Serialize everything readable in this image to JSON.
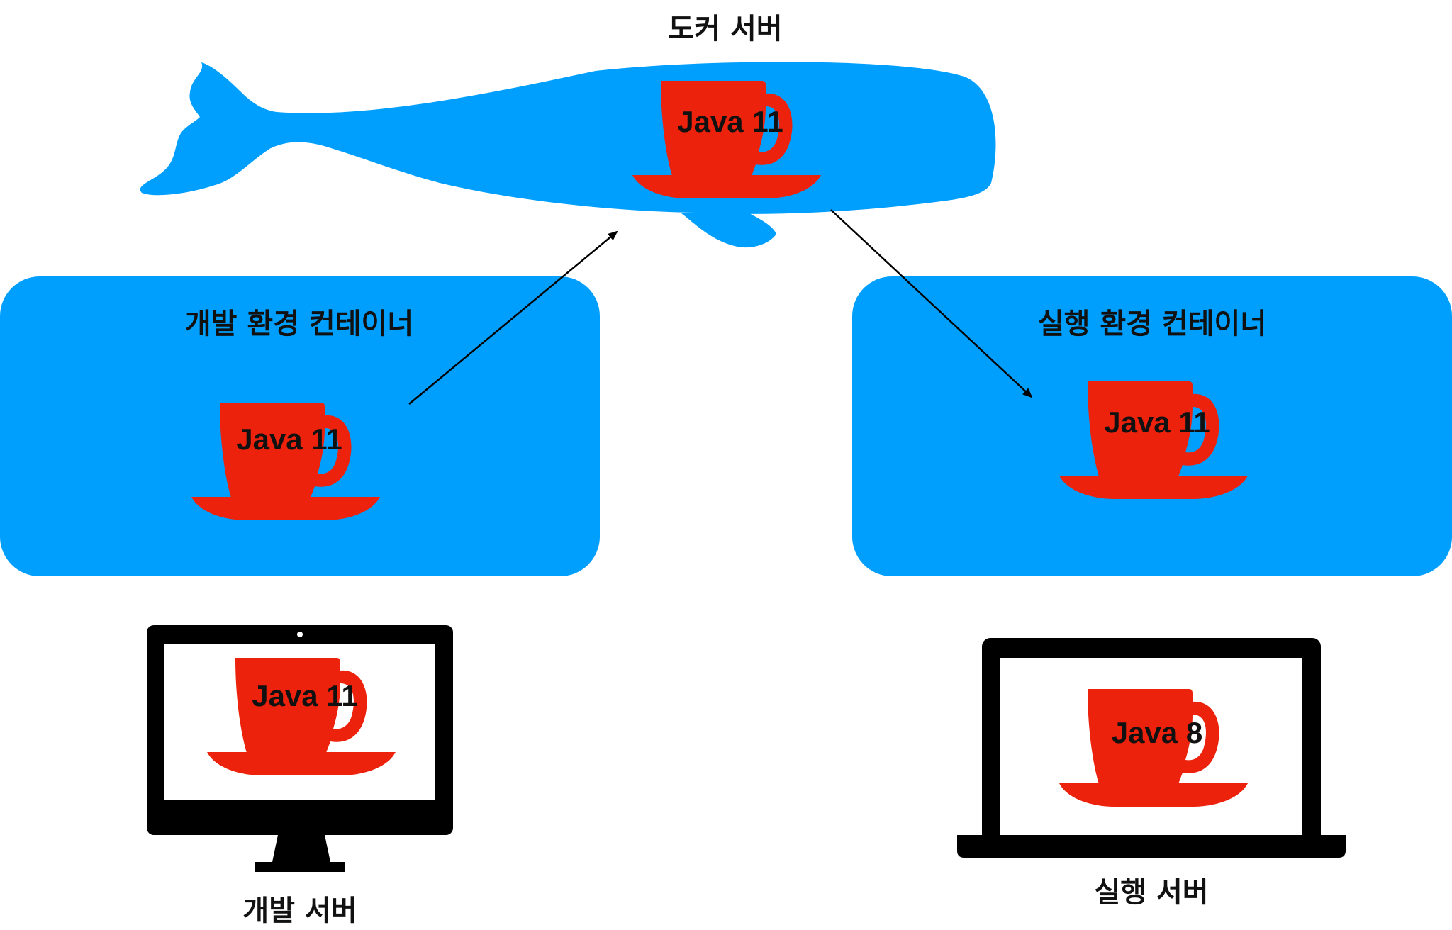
{
  "colors": {
    "docker_blue": "#009ffe",
    "cup_red": "#ec220c",
    "device_black": "#000000",
    "arrow": "#000000"
  },
  "docker_server": {
    "title": "도커 서버",
    "icon": "whale-icon",
    "cup_label": "Java 11"
  },
  "dev_container": {
    "title": "개발 환경 컨테이너",
    "cup_label": "Java 11"
  },
  "run_container": {
    "title": "실행 환경 컨테이너",
    "cup_label": "Java 11"
  },
  "dev_server": {
    "title": "개발 서버",
    "icon": "desktop-monitor-icon",
    "cup_label": "Java 11"
  },
  "run_server": {
    "title": "실행 서버",
    "icon": "laptop-icon",
    "cup_label": "Java 8"
  },
  "edges": [
    {
      "from": "dev_container",
      "to": "docker_server"
    },
    {
      "from": "docker_server",
      "to": "run_container"
    }
  ]
}
